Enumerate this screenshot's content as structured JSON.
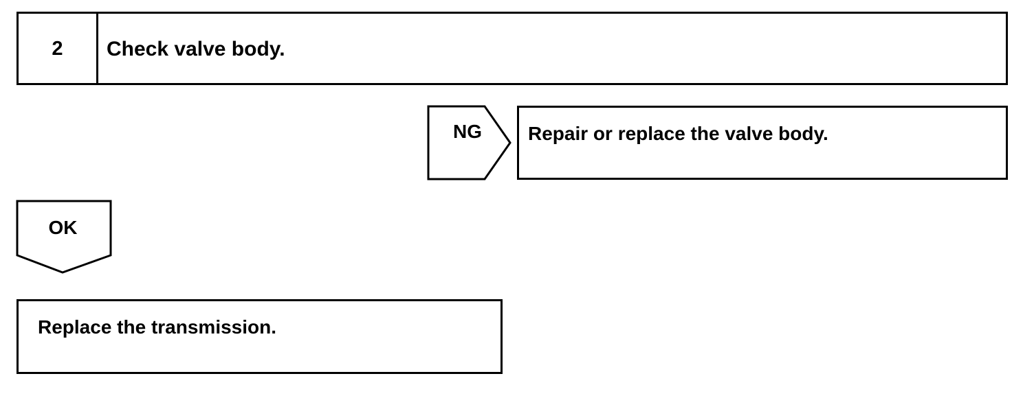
{
  "step": {
    "number": "2",
    "title": "Check valve body."
  },
  "ng_branch": {
    "label": "NG",
    "action": "Repair or replace the valve body."
  },
  "ok_branch": {
    "label": "OK",
    "action": "Replace the transmission."
  }
}
